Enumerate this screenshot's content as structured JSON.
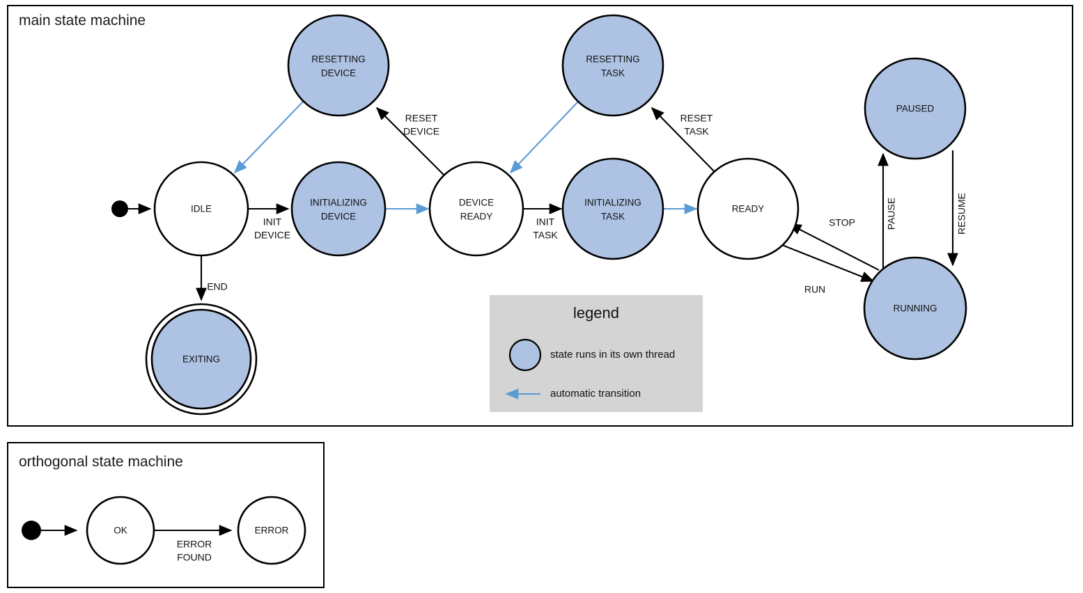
{
  "colors": {
    "threaded_state_fill": "#aec3e3",
    "plain_state_fill": "#ffffff",
    "state_stroke": "#000000",
    "auto_transition": "#5b9bd5",
    "legend_background": "#d4d4d4",
    "page_background": "#ffffff"
  },
  "main_frame": {
    "title": "main state machine",
    "states": [
      {
        "id": "idle",
        "label_line1": "IDLE",
        "label_line2": "",
        "kind": "plain"
      },
      {
        "id": "exiting",
        "label_line1": "EXITING",
        "label_line2": "",
        "kind": "final"
      },
      {
        "id": "resetting-device",
        "label_line1": "RESETTING",
        "label_line2": "DEVICE",
        "kind": "threaded"
      },
      {
        "id": "initializing-device",
        "label_line1": "INITIALIZING",
        "label_line2": "DEVICE",
        "kind": "threaded"
      },
      {
        "id": "device-ready",
        "label_line1": "DEVICE",
        "label_line2": "READY",
        "kind": "plain"
      },
      {
        "id": "resetting-task",
        "label_line1": "RESETTING",
        "label_line2": "TASK",
        "kind": "threaded"
      },
      {
        "id": "initializing-task",
        "label_line1": "INITIALIZING",
        "label_line2": "TASK",
        "kind": "threaded"
      },
      {
        "id": "ready",
        "label_line1": "READY",
        "label_line2": "",
        "kind": "plain"
      },
      {
        "id": "paused",
        "label_line1": "PAUSED",
        "label_line2": "",
        "kind": "threaded"
      },
      {
        "id": "running",
        "label_line1": "RUNNING",
        "label_line2": "",
        "kind": "threaded"
      }
    ],
    "transitions": [
      {
        "id": "start-idle",
        "from": "start",
        "to": "idle",
        "label_line1": "",
        "label_line2": "",
        "auto": false
      },
      {
        "id": "idle-initializing-device",
        "from": "idle",
        "to": "initializing-device",
        "label_line1": "INIT",
        "label_line2": "DEVICE",
        "auto": false
      },
      {
        "id": "idle-exiting",
        "from": "idle",
        "to": "exiting",
        "label_line1": "END",
        "label_line2": "",
        "auto": false
      },
      {
        "id": "initializing-device-ready",
        "from": "initializing-device",
        "to": "device-ready",
        "label_line1": "",
        "label_line2": "",
        "auto": true
      },
      {
        "id": "device-ready-resetting",
        "from": "device-ready",
        "to": "resetting-device",
        "label_line1": "RESET",
        "label_line2": "DEVICE",
        "auto": false
      },
      {
        "id": "resetting-device-idle",
        "from": "resetting-device",
        "to": "idle",
        "label_line1": "",
        "label_line2": "",
        "auto": true
      },
      {
        "id": "device-ready-init-task",
        "from": "device-ready",
        "to": "initializing-task",
        "label_line1": "INIT",
        "label_line2": "TASK",
        "auto": false
      },
      {
        "id": "initializing-task-ready",
        "from": "initializing-task",
        "to": "ready",
        "label_line1": "",
        "label_line2": "",
        "auto": true
      },
      {
        "id": "ready-resetting-task",
        "from": "ready",
        "to": "resetting-task",
        "label_line1": "RESET",
        "label_line2": "TASK",
        "auto": false
      },
      {
        "id": "resetting-task-device-ready",
        "from": "resetting-task",
        "to": "device-ready",
        "label_line1": "",
        "label_line2": "",
        "auto": true
      },
      {
        "id": "ready-running",
        "from": "ready",
        "to": "running",
        "label_line1": "RUN",
        "label_line2": "",
        "auto": false
      },
      {
        "id": "running-ready",
        "from": "running",
        "to": "ready",
        "label_line1": "STOP",
        "label_line2": "",
        "auto": false
      },
      {
        "id": "running-paused",
        "from": "running",
        "to": "paused",
        "label_line1": "PAUSE",
        "label_line2": "",
        "auto": false
      },
      {
        "id": "paused-running",
        "from": "paused",
        "to": "running",
        "label_line1": "RESUME",
        "label_line2": "",
        "auto": false
      }
    ]
  },
  "legend": {
    "title": "legend",
    "items": [
      {
        "id": "threaded-state",
        "text": "state runs in its own thread",
        "marker": "circle-swatch"
      },
      {
        "id": "auto-arrow",
        "text": "automatic transition",
        "marker": "left-arrow"
      }
    ]
  },
  "orthogonal_frame": {
    "title": "orthogonal state machine",
    "states": [
      {
        "id": "ok",
        "label_line1": "OK",
        "label_line2": "",
        "kind": "plain"
      },
      {
        "id": "error",
        "label_line1": "ERROR",
        "label_line2": "",
        "kind": "plain"
      }
    ],
    "transitions": [
      {
        "id": "start-ok",
        "from": "start",
        "to": "ok",
        "label_line1": "",
        "label_line2": "",
        "auto": false
      },
      {
        "id": "ok-error",
        "from": "ok",
        "to": "error",
        "label_line1": "ERROR",
        "label_line2": "FOUND",
        "auto": false
      }
    ]
  },
  "edge_labels": {
    "init_device_1": "INIT",
    "init_device_2": "DEVICE",
    "end": "END",
    "reset_device_1": "RESET",
    "reset_device_2": "DEVICE",
    "init_task_1": "INIT",
    "init_task_2": "TASK",
    "reset_task_1": "RESET",
    "reset_task_2": "TASK",
    "run": "RUN",
    "stop": "STOP",
    "pause": "PAUSE",
    "resume": "RESUME",
    "error_found_1": "ERROR",
    "error_found_2": "FOUND"
  }
}
